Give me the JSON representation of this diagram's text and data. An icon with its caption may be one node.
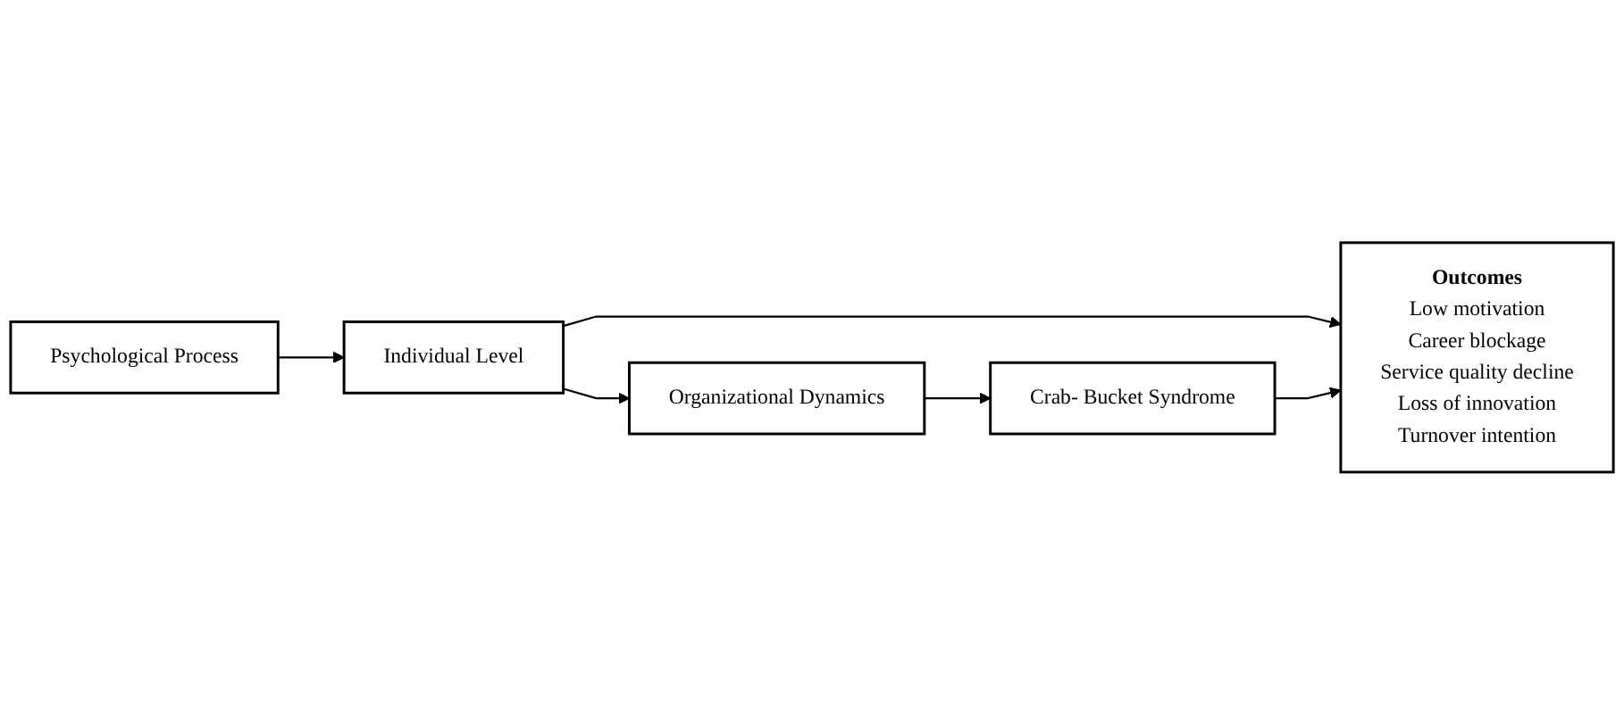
{
  "diagram": {
    "nodes": [
      {
        "text": [
          "Psychological Process"
        ]
      },
      {
        "text": [
          "Individual Level"
        ]
      },
      {
        "text": [
          "Organizational Dynamics"
        ]
      },
      {
        "text": [
          "Crab- Bucket Syndrome"
        ]
      },
      {
        "text": [
          "Outcomes",
          "Low motivation",
          "Career blockage",
          "Service quality decline",
          "Loss of innovation",
          "Turnover intention"
        ]
      }
    ],
    "edges": [
      {
        "from": 0,
        "to": 1,
        "arrow": "to"
      },
      {
        "from": 1,
        "to": 2,
        "arrow": "to"
      },
      {
        "from": 2,
        "to": 3,
        "arrow": "to"
      },
      {
        "from": 1,
        "to": 4,
        "arrow": "to"
      },
      {
        "from": 3,
        "to": 4,
        "arrow": "to"
      }
    ]
  }
}
